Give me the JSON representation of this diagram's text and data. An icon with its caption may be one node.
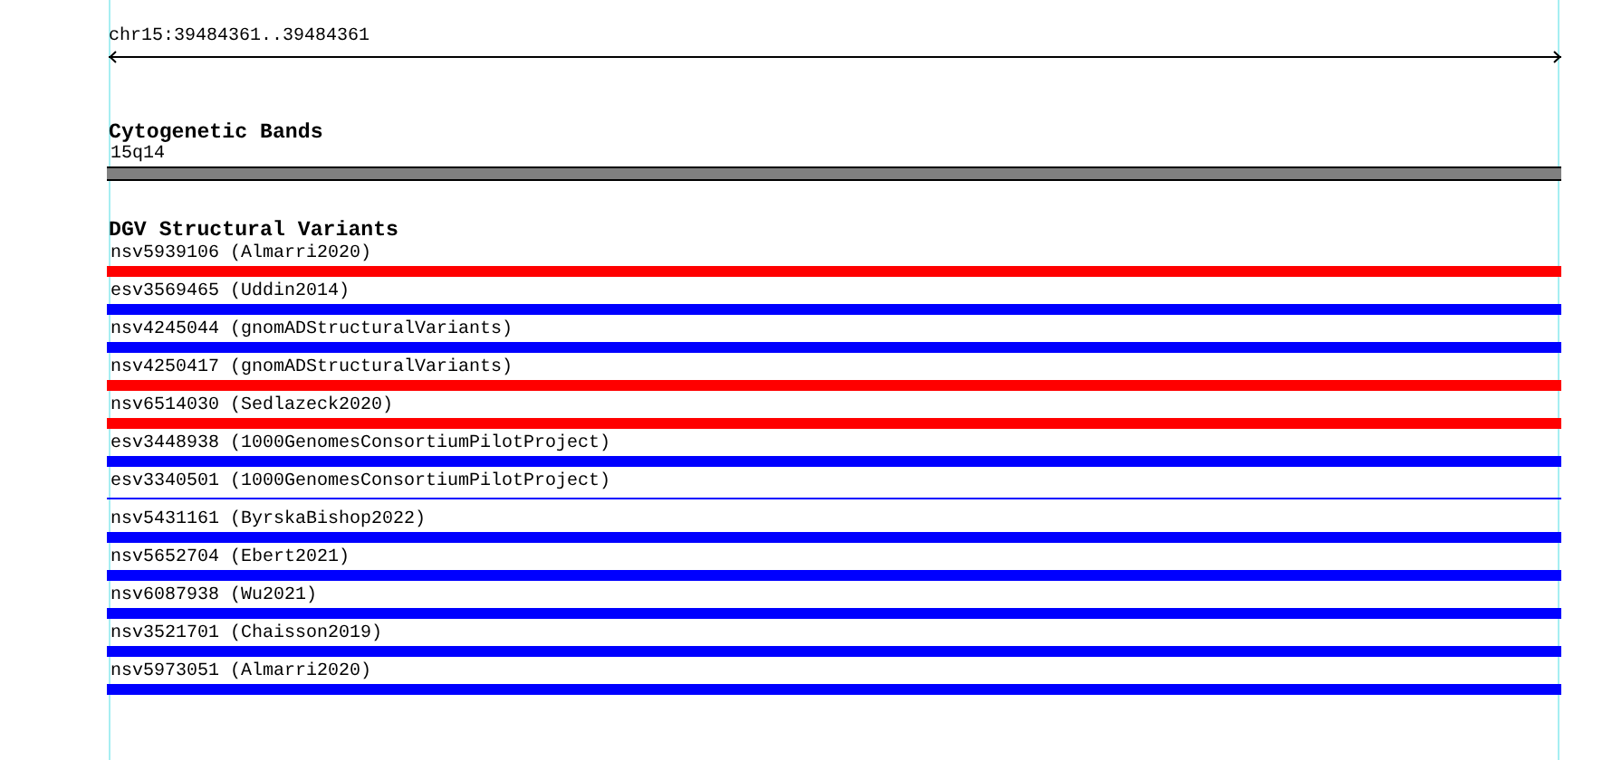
{
  "diagram": {
    "nodes": [
      {
        "text": [
          "15q14"
        ]
      },
      {
        "text": [
          "nsv5939106 (Almarri2020)"
        ]
      },
      {
        "text": [
          "esv3569465 (Uddin2014)"
        ]
      },
      {
        "text": [
          "nsv4245044 (gnomADStructuralVariants)"
        ]
      },
      {
        "text": [
          "nsv4250417 (gnomADStructuralVariants)"
        ]
      },
      {
        "text": [
          "nsv6514030 (Sedlazeck2020)"
        ]
      },
      {
        "text": [
          "esv3448938 (1000GenomesConsortiumPilotProject)"
        ]
      },
      {
        "text": [
          "esv3340501 (1000GenomesConsortiumPilotProject)"
        ]
      },
      {
        "text": [
          "nsv5431161 (ByrskaBishop2022)"
        ]
      },
      {
        "text": [
          "nsv5652704 (Ebert2021)"
        ]
      },
      {
        "text": [
          "nsv6087938 (Wu2021)"
        ]
      },
      {
        "text": [
          "nsv3521701 (Chaisson2019)"
        ]
      },
      {
        "text": [
          "nsv5973051 (Almarri2020)"
        ]
      }
    ],
    "labels": [
      "chr15:39484361..39484361",
      "Cytogenetic Bands",
      "DGV Structural Variants"
    ]
  }
}
